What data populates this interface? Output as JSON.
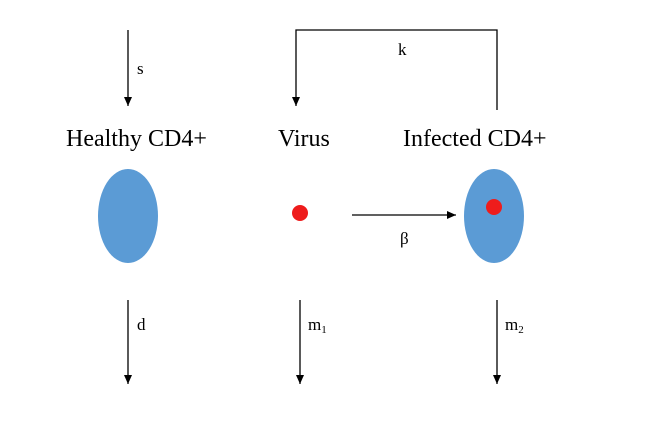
{
  "nodes": {
    "healthy": {
      "label": "Healthy CD4+"
    },
    "virus": {
      "label": "Virus"
    },
    "infected": {
      "label": "Infected CD4+"
    }
  },
  "rates": {
    "source": "s",
    "production": "k",
    "infection": "β",
    "healthy_death": "d",
    "virus_clearance": {
      "symbol": "m",
      "subscript": "1"
    },
    "infected_death": {
      "symbol": "m",
      "subscript": "2"
    }
  },
  "colors": {
    "cell_fill": "#5b9bd5",
    "virus_fill": "#ee1c1c",
    "arrow": "#000000",
    "text": "#000000"
  }
}
